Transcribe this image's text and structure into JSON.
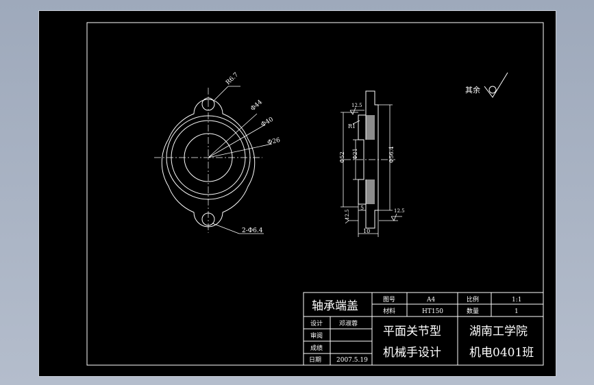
{
  "drawing": {
    "roughness_label": "其余",
    "front_view": {
      "dim_ear_radius": "R6.7",
      "dim_d1": "Φ44",
      "dim_d2": "Φ40",
      "dim_d3": "Φ26",
      "dim_holes": "2-Φ6.4"
    },
    "section_view": {
      "roughness_top": "12.5",
      "roughness_right": "12.5",
      "roughness_left": "12.5",
      "dim_r1": "R1",
      "dim_phi52": "Φ52",
      "dim_phi21": "Φ21",
      "dim_phi56": "Φ56.4",
      "dim_5": "5",
      "dim_10": "10"
    }
  },
  "title_block": {
    "part_name": "轴承端盖",
    "drawing_no_label": "图号",
    "drawing_no_value": "A4",
    "material_label": "材料",
    "material_value": "HT150",
    "scale_label": "比例",
    "scale_value": "1:1",
    "quantity_label": "数量",
    "quantity_value": "1",
    "design_label": "设计",
    "designer": "邓淑蓉",
    "review_label": "审阅",
    "grade_label": "成绩",
    "date_label": "日期",
    "date_value": "2007.5.19",
    "project_line1": "平面关节型",
    "project_line2": "机械手设计",
    "school_line1": "湖南工学院",
    "school_line2": "机电0401班"
  }
}
